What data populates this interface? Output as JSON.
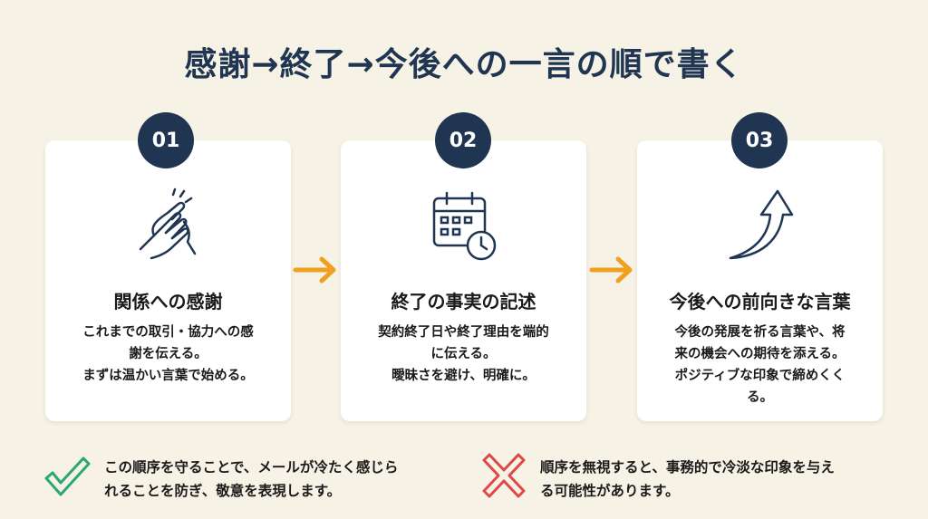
{
  "title": "感謝→終了→今後への一言の順で書く",
  "steps": [
    {
      "number": "01",
      "icon": "clapping-hands-icon",
      "heading": "関係への感謝",
      "lines": [
        "これまでの取引・協力への感",
        "謝を伝える。",
        "まずは温かい言葉で始める。"
      ]
    },
    {
      "number": "02",
      "icon": "calendar-clock-icon",
      "heading": "終了の事実の記述",
      "lines": [
        "契約終了日や終了理由を端的",
        "に伝える。",
        "曖昧さを避け、明確に。"
      ]
    },
    {
      "number": "03",
      "icon": "upward-arrow-icon",
      "heading": "今後への前向きな言葉",
      "lines": [
        "今後の発展を祈る言葉や、将",
        "来の機会への期待を添える。",
        "ポジティブな印象で締めくく",
        "る。"
      ]
    }
  ],
  "notes": {
    "good": {
      "icon": "check-icon",
      "lines": [
        "この順序を守ることで、メールが冷たく感じら",
        "れることを防ぎ、敬意を表現します。"
      ]
    },
    "bad": {
      "icon": "cross-icon",
      "lines": [
        "順序を無視すると、事務的で冷淡な印象を与え",
        "る可能性があります。"
      ]
    }
  },
  "colors": {
    "navy": "#1f3552",
    "orange": "#f0a020",
    "green": "#2aa774",
    "red": "#e04848",
    "background": "#f6f2e5"
  }
}
